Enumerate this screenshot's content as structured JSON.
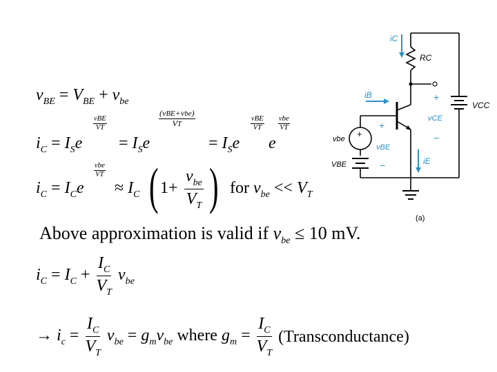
{
  "line1": {
    "v": "v",
    "BE_sub": "BE",
    "eq": "=",
    "V": "V",
    "BE2_sub": "BE",
    "plus": "+",
    "vbe": "v",
    "be_sub": "be"
  },
  "line2": {
    "iC": "i",
    "C_sub": "C",
    "eq1": "=",
    "Is1": "I",
    "S1": "S",
    "e1": "e",
    "exp1_num": "v",
    "exp1_num_sub": "BE",
    "exp1_den": "V",
    "exp1_den_sub": "T",
    "eq2": "=",
    "Is2": "I",
    "S2": "S",
    "e2": "e",
    "exp2_num": "(v",
    "exp2_num_sub": "BE",
    "exp2_plus": "+v",
    "exp2_num_sub2": "be",
    "exp2_close": ")",
    "exp2_den": "V",
    "exp2_den_sub": "T",
    "eq3": "=",
    "Is3": "I",
    "S3": "S",
    "e3": "e",
    "exp3_num": "v",
    "exp3_num_sub": "BE",
    "exp3_den": "V",
    "exp3_den_sub": "T",
    "e4": "e",
    "exp4_num": "v",
    "exp4_num_sub": "be",
    "exp4_den": "V",
    "exp4_den_sub": "T"
  },
  "line3": {
    "iC": "i",
    "C_sub": "C",
    "eq": "=",
    "IC": "I",
    "IC_sub": "C",
    "e": "e",
    "exp_num": "v",
    "exp_num_sub": "be",
    "exp_den": "V",
    "exp_den_sub": "T",
    "approx": "≈",
    "IC2": "I",
    "IC2_sub": "C",
    "one": "1+",
    "frac_num": "v",
    "frac_num_sub": "be",
    "frac_den": "V",
    "frac_den_sub": "T",
    "for_text": "for",
    "cond_v": "v",
    "cond_sub": "be",
    "cond_ll": "<<",
    "cond_V": "V",
    "cond_V_sub": "T"
  },
  "statement": {
    "prefix": "Above approximation is valid if",
    "v": "v",
    "be_sub": "be",
    "leq": "≤",
    "suffix": "10 mV."
  },
  "line4": {
    "iC": "i",
    "C_sub": "C",
    "eq": "=",
    "IC": "I",
    "IC_sub": "C",
    "plus": "+",
    "frac_num": "I",
    "frac_num_sub": "C",
    "frac_den": "V",
    "frac_den_sub": "T",
    "v": "v",
    "be_sub": "be"
  },
  "line5": {
    "arrow": "→",
    "ic": "i",
    "c_sub": "c",
    "eq1": "=",
    "frac_num": "I",
    "frac_num_sub": "C",
    "frac_den": "V",
    "frac_den_sub": "T",
    "v": "v",
    "be_sub": "be",
    "eq2": "=",
    "g": "g",
    "m_sub": "m",
    "v2": "v",
    "be2_sub": "be",
    "where": "where",
    "g2": "g",
    "m2_sub": "m",
    "eq3": "=",
    "frac2_num": "I",
    "frac2_num_sub": "C",
    "frac2_den": "V",
    "frac2_den_sub": "T",
    "note": "(Transconductance)"
  },
  "circuit": {
    "iC_label": "iC",
    "RC_label": "RC",
    "plus_top": "+",
    "VCC_label": "VCC",
    "iB_label": "iB",
    "plus_be": "+",
    "vCE_label": "vCE",
    "minus_ce": "−",
    "vbe_src": "vbe",
    "src_plus": "+",
    "vBE_label": "vBE",
    "minus_be": "−",
    "VBE_label": "VBE",
    "iE_label": "iE",
    "caption": "(a)",
    "accent": "#2e8fc7"
  }
}
